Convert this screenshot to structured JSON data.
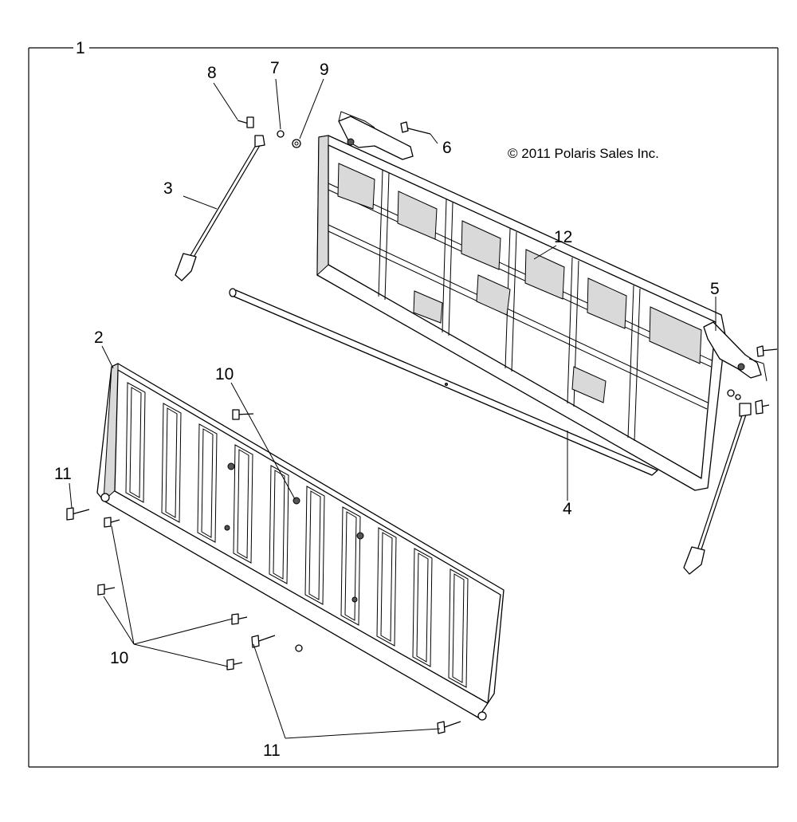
{
  "copyright": "© 2011 Polaris Sales Inc.",
  "callouts": {
    "c1": "1",
    "c2": "2",
    "c3": "3",
    "c4": "4",
    "c5": "5",
    "c6": "6",
    "c7": "7",
    "c8": "8",
    "c9": "9",
    "c10_top": "10",
    "c10_bottom": "10",
    "c11_left": "11",
    "c11_bottom": "11",
    "c12": "12"
  },
  "colors": {
    "line": "#000000",
    "background": "#ffffff",
    "shade": "#d9d9d9"
  }
}
